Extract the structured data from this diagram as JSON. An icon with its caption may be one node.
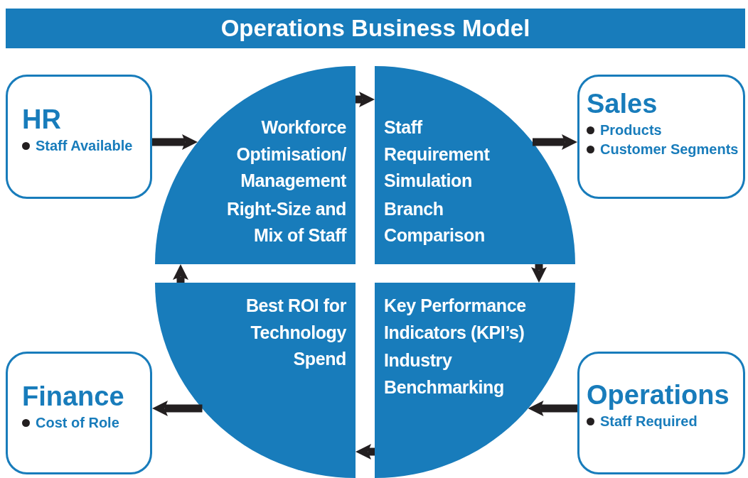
{
  "diagram": {
    "title": "Operations Business Model",
    "nodes": [
      {
        "text": [
          "HR",
          "Staff Available"
        ]
      },
      {
        "text": [
          "Workforce Optimisation/ Management",
          "Right-Size and Mix of Staff"
        ]
      },
      {
        "text": [
          "Staff Requirement Simulation",
          "Branch Comparison"
        ]
      },
      {
        "text": [
          "Sales",
          "Products",
          "Customer Segments"
        ]
      },
      {
        "text": [
          "Best ROI for Technology Spend"
        ]
      },
      {
        "text": [
          "Key Performance Indicators (KPI’s)",
          "Industry Benchmarking"
        ]
      },
      {
        "text": [
          "Finance",
          "Cost of Role"
        ]
      },
      {
        "text": [
          "Operations",
          "Staff Required"
        ]
      }
    ],
    "edges": [
      {
        "from": 1,
        "to": 2,
        "arrow": "to"
      },
      {
        "from": 2,
        "to": 5,
        "arrow": "to"
      },
      {
        "from": 5,
        "to": 4,
        "arrow": "to"
      },
      {
        "from": 4,
        "to": 1,
        "arrow": "to"
      },
      {
        "from": 0,
        "to": 1,
        "arrow": "to"
      },
      {
        "from": 2,
        "to": 3,
        "arrow": "to"
      },
      {
        "from": 4,
        "to": 6,
        "arrow": "to"
      },
      {
        "from": 7,
        "to": 5,
        "arrow": "to"
      }
    ]
  }
}
